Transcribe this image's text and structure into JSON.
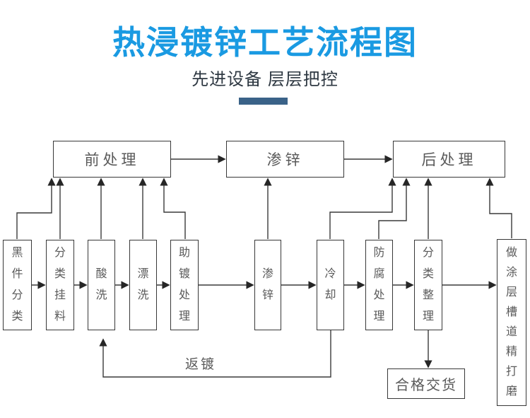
{
  "header": {
    "title": "热浸镀锌工艺流程图",
    "subtitle": "先进设备 层层把控",
    "title_color": "#1a9ae2",
    "divider_color": "#3a6288"
  },
  "flowchart": {
    "stages": [
      {
        "label": "前处理"
      },
      {
        "label": "渗锌"
      },
      {
        "label": "后处理"
      }
    ],
    "processes": [
      {
        "label": "黑件分类"
      },
      {
        "label": "分类挂料"
      },
      {
        "label": "酸洗"
      },
      {
        "label": "漂洗"
      },
      {
        "label": "助镀处理"
      },
      {
        "label": "渗锌"
      },
      {
        "label": "冷却"
      },
      {
        "label": "防腐处理"
      },
      {
        "label": "分类整理"
      },
      {
        "label": "做涂层槽道精打磨"
      }
    ],
    "delivery": {
      "label": "合格交货"
    },
    "feedback": {
      "label": "返镀"
    },
    "line_color": "#3a3a3a",
    "box_border_color": "#383838",
    "box_text_color": "#5a5a5a"
  }
}
